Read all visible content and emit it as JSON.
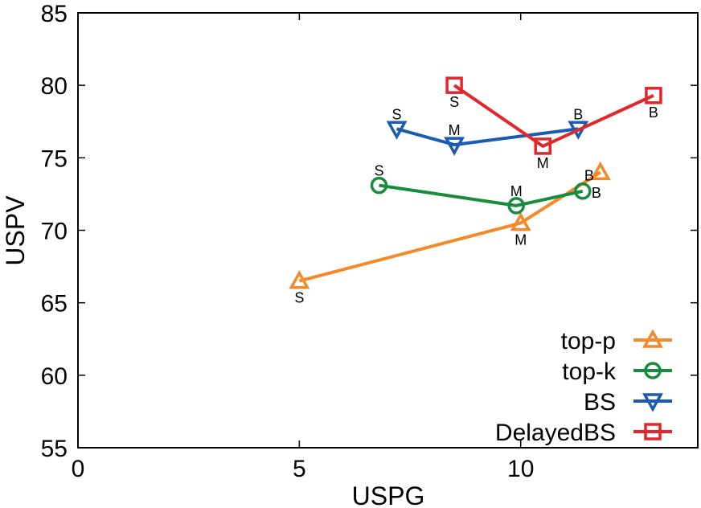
{
  "chart_data": {
    "type": "line",
    "title": "",
    "xlabel": "USPG",
    "ylabel": "USPV",
    "xlim": [
      0,
      14
    ],
    "ylim": [
      55,
      85
    ],
    "xticks": [
      0,
      5,
      10
    ],
    "yticks": [
      55,
      60,
      65,
      70,
      75,
      80,
      85
    ],
    "grid": false,
    "legend_position": "bottom-right",
    "series": [
      {
        "name": "top-p",
        "color": "#f5892a",
        "marker": "triangle-up",
        "points": [
          {
            "x": 5.0,
            "y": 66.5,
            "label": "S",
            "label_pos": "below"
          },
          {
            "x": 10.0,
            "y": 70.5,
            "label": "M",
            "label_pos": "below"
          },
          {
            "x": 11.8,
            "y": 74.0,
            "label": "B",
            "label_pos": "below-left"
          }
        ]
      },
      {
        "name": "top-k",
        "color": "#178c3c",
        "marker": "circle",
        "points": [
          {
            "x": 6.8,
            "y": 73.1,
            "label": "S",
            "label_pos": "above"
          },
          {
            "x": 9.9,
            "y": 71.7,
            "label": "M",
            "label_pos": "above"
          },
          {
            "x": 11.4,
            "y": 72.7,
            "label": "B",
            "label_pos": "right"
          }
        ]
      },
      {
        "name": "BS",
        "color": "#1a5cb4",
        "marker": "triangle-down",
        "points": [
          {
            "x": 7.2,
            "y": 77.0,
            "label": "S",
            "label_pos": "above"
          },
          {
            "x": 8.5,
            "y": 75.9,
            "label": "M",
            "label_pos": "above"
          },
          {
            "x": 11.3,
            "y": 77.0,
            "label": "B",
            "label_pos": "above"
          }
        ]
      },
      {
        "name": "DelayedBS",
        "color": "#e3262a",
        "marker": "square",
        "points": [
          {
            "x": 8.5,
            "y": 80.0,
            "label": "S",
            "label_pos": "below"
          },
          {
            "x": 10.5,
            "y": 75.8,
            "label": "M",
            "label_pos": "below"
          },
          {
            "x": 13.0,
            "y": 79.3,
            "label": "B",
            "label_pos": "below"
          }
        ]
      }
    ]
  }
}
